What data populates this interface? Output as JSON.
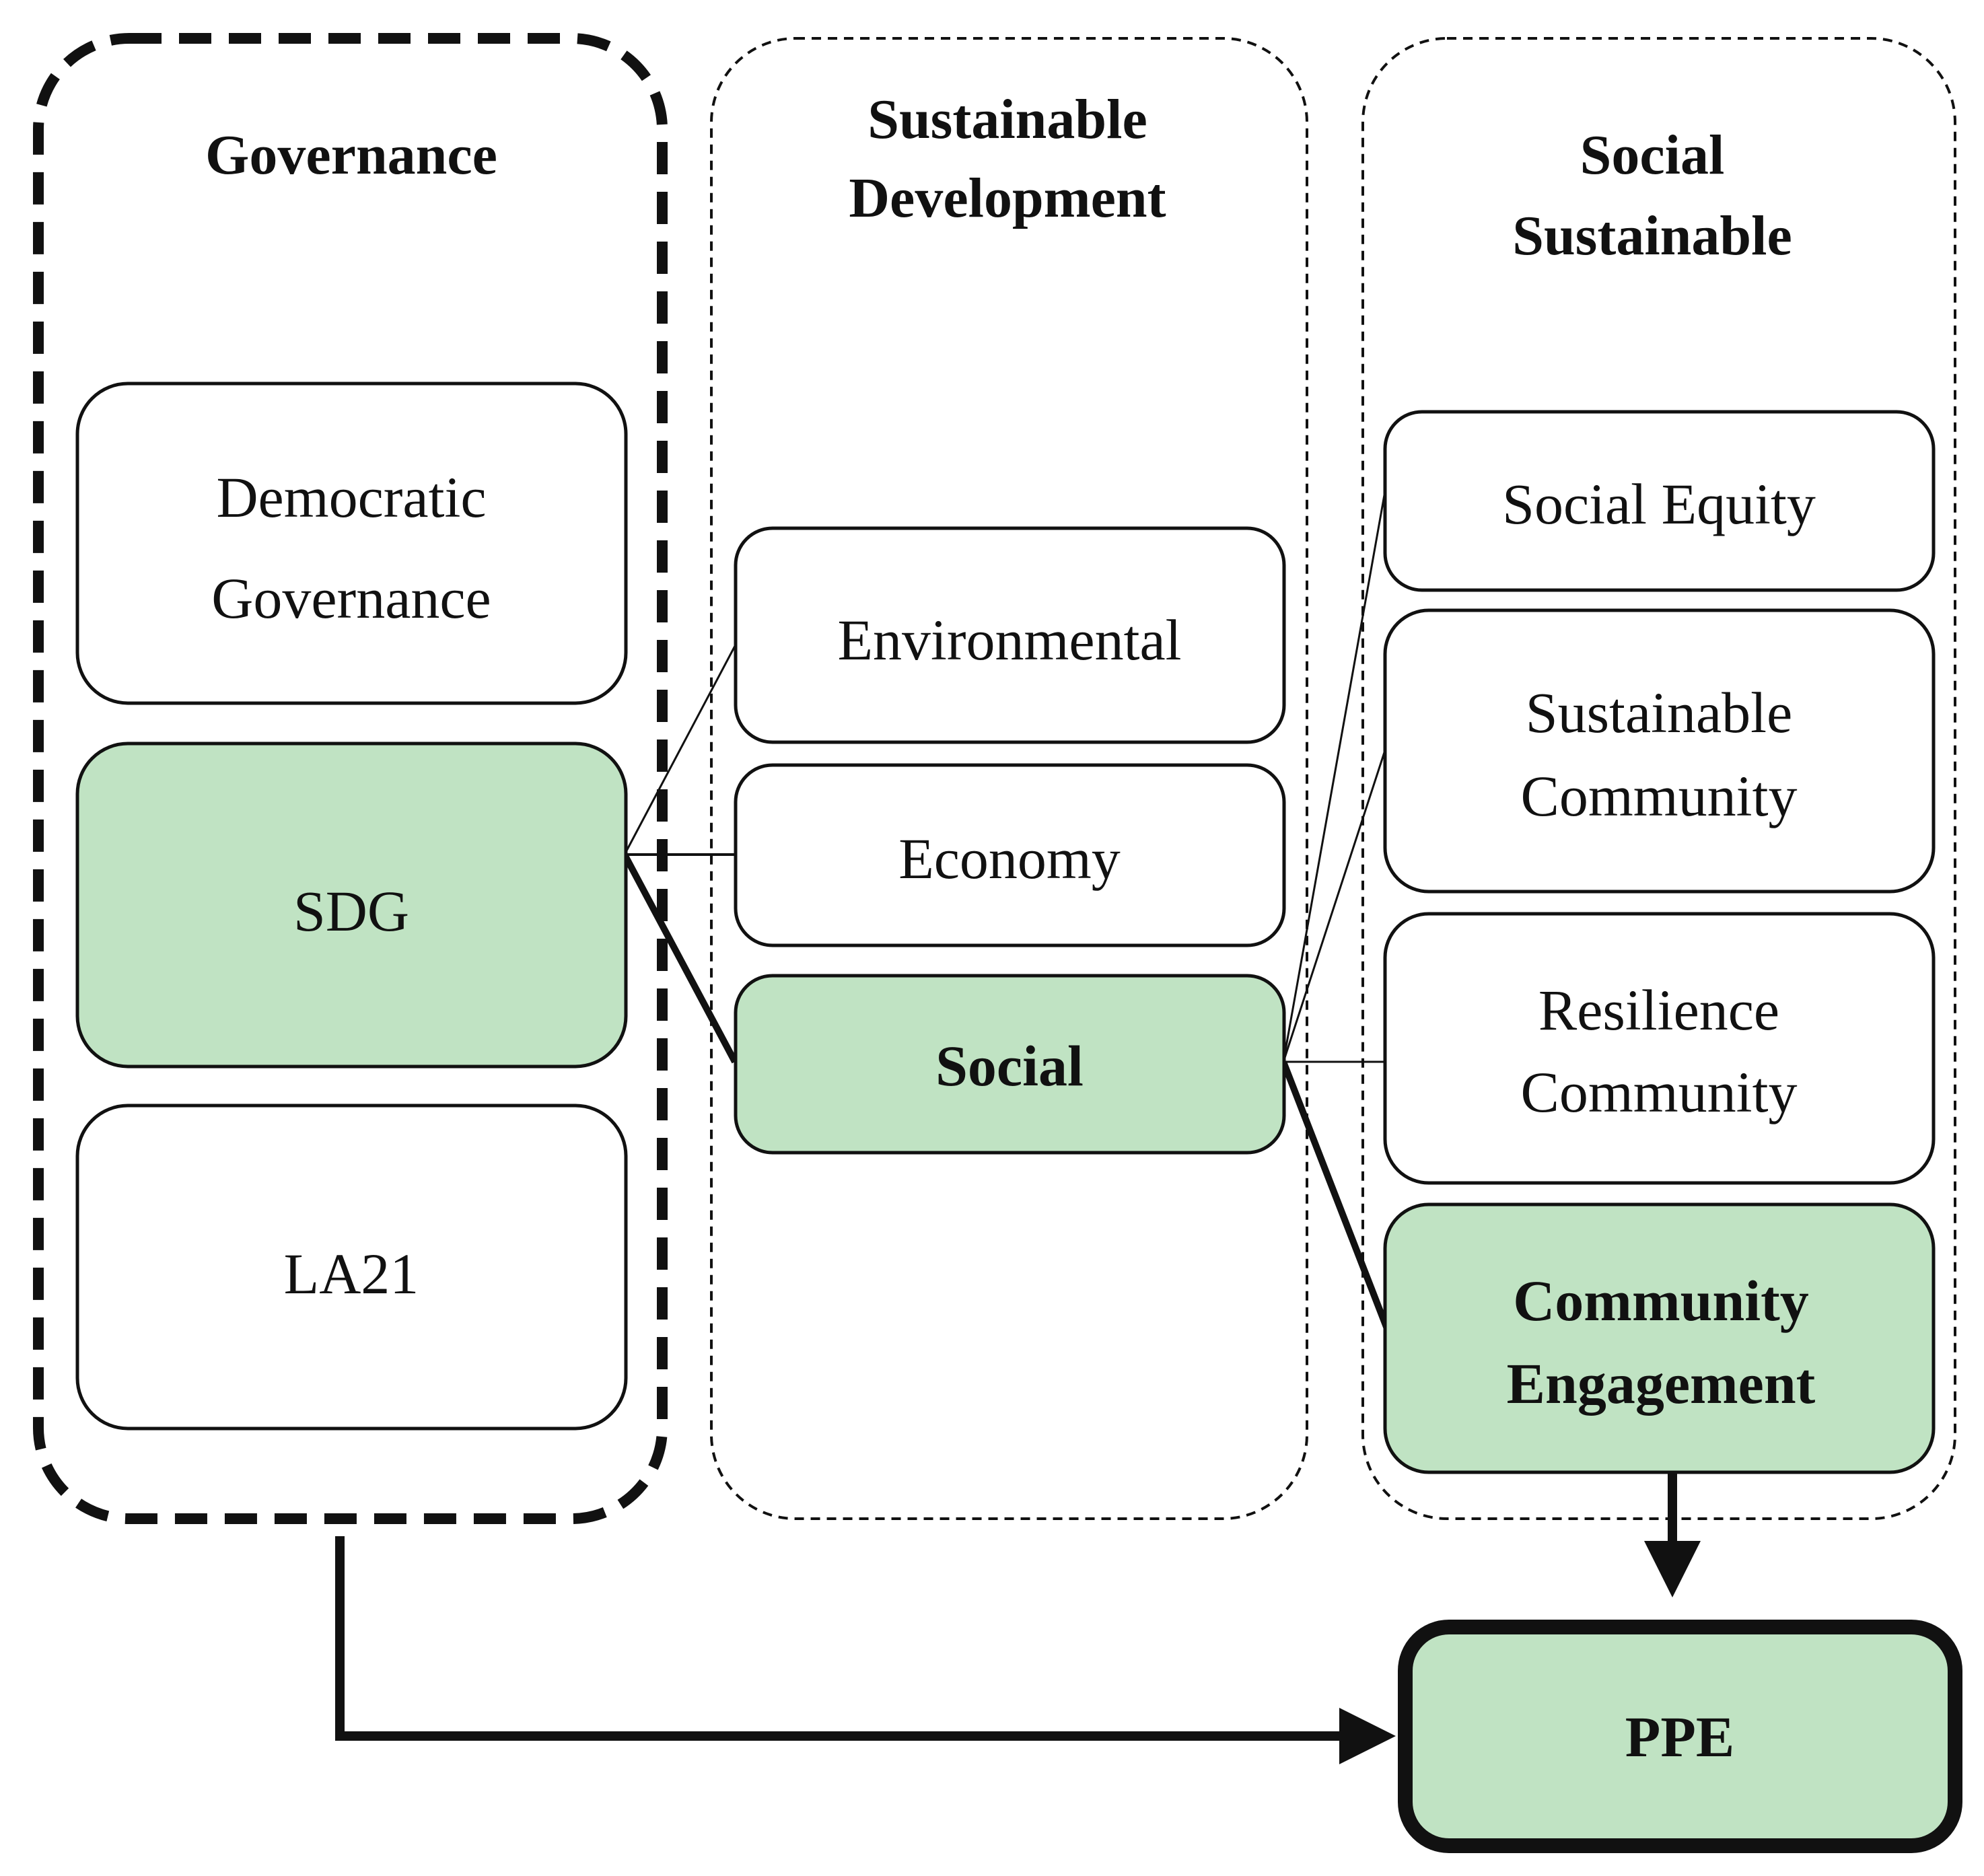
{
  "columns": {
    "governance": {
      "title": "Governance"
    },
    "sustainable_development": {
      "title_line1": "Sustainable",
      "title_line2": "Development"
    },
    "social_sustainable": {
      "title_line1": "Social",
      "title_line2": "Sustainable"
    }
  },
  "boxes": {
    "democratic_governance": {
      "line1": "Democratic",
      "line2": "Governance"
    },
    "sdg": {
      "label": "SDG"
    },
    "la21": {
      "label": "LA21"
    },
    "environmental": {
      "label": "Environmental"
    },
    "economy": {
      "label": "Economy"
    },
    "social": {
      "label": "Social"
    },
    "social_equity": {
      "label": "Social Equity"
    },
    "sustainable_community": {
      "line1": "Sustainable",
      "line2": "Community"
    },
    "resilience_community": {
      "line1": "Resilience",
      "line2": "Community"
    },
    "community_engagement": {
      "line1": "Community",
      "line2": "Engagement"
    },
    "ppe": {
      "label": "PPE"
    }
  },
  "colors": {
    "highlight_fill": "#c0e3c3",
    "stroke": "#111111",
    "background": "#ffffff"
  }
}
